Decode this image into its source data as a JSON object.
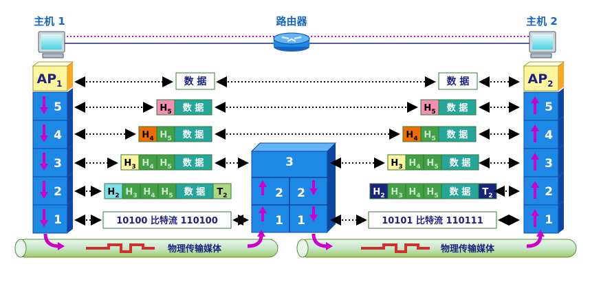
{
  "host1": {
    "label": "主机 1"
  },
  "host2": {
    "label": "主机 2"
  },
  "router": {
    "label": "路由器"
  },
  "ap1": {
    "text": "AP",
    "sub": "1"
  },
  "ap2": {
    "text": "AP",
    "sub": "2"
  },
  "layers": [
    "5",
    "4",
    "3",
    "2",
    "1"
  ],
  "router_layers": {
    "top": "3",
    "mid": "2",
    "bottom": "1"
  },
  "pdu": {
    "data": "数 据",
    "h5": "H",
    "h5_sub": "5",
    "h4": "H",
    "h4_sub": "4",
    "h3": "H",
    "h3_sub": "3",
    "h2": "H",
    "h2_sub": "2",
    "t2": "T",
    "t2_sub": "2"
  },
  "bits_left": "10100 比特流 110100",
  "bits_right": "10101 比特流 110111",
  "medium_label": "物理传输媒体",
  "colors": {
    "layer_box": "#1e88e5",
    "layer_dark": "#0d47a1",
    "ap_box": "#fff59d",
    "data_box": "#26a69a",
    "h5": "#f48fb1",
    "h4": "#ef6c00",
    "h3": "#fff59d",
    "h2_left": "#80deea",
    "h2_right": "#1a237e",
    "t2_left": "#aed581",
    "t2_right": "#1a237e",
    "arrow": "#cc00cc",
    "cable": "#c8e6c9",
    "signal": "#d32f2f",
    "link_dotted": "#cc00cc"
  }
}
